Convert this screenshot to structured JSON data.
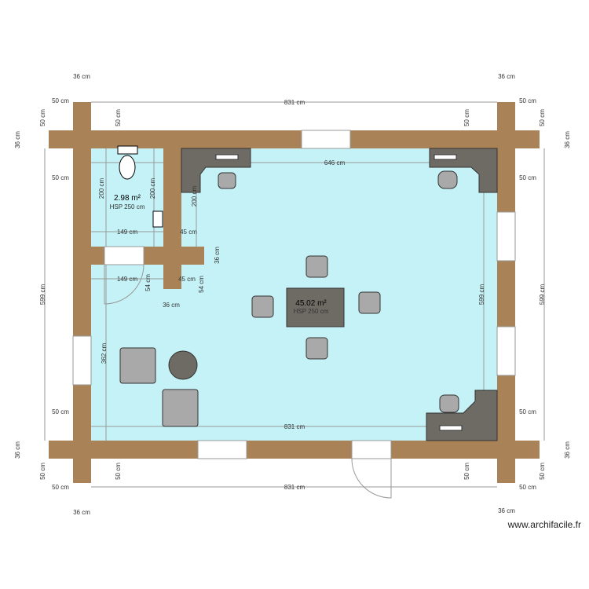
{
  "plan": {
    "colors": {
      "wall": "#a98257",
      "floor": "#c4f2f6",
      "furniture": "#6e6b64",
      "chair": "#a9a9a9"
    },
    "rooms": [
      {
        "area": "2.98 m²",
        "height": "HSP 250 cm"
      },
      {
        "area": "45.02 m²",
        "height": "HSP 250 cm"
      }
    ],
    "dimensions": [
      "36 cm",
      "36 cm",
      "831 cm",
      "50 cm",
      "50 cm",
      "50 cm",
      "50 cm",
      "50 cm",
      "50 cm",
      "36 cm",
      "36 cm",
      "646 cm",
      "50 cm",
      "50 cm",
      "200 cm",
      "200 cm",
      "200 cm",
      "149 cm",
      "45 cm",
      "36 cm",
      "149 cm",
      "45 cm",
      "54 cm",
      "54 cm",
      "36 cm",
      "362 cm",
      "599 cm",
      "599 cm",
      "599 cm",
      "831 cm",
      "50 cm",
      "50 cm",
      "36 cm",
      "36 cm",
      "50 cm",
      "50 cm",
      "50 cm",
      "50 cm",
      "50 cm",
      "50 cm",
      "831 cm",
      "36 cm",
      "36 cm"
    ],
    "watermark": "www.archifacile.fr"
  }
}
